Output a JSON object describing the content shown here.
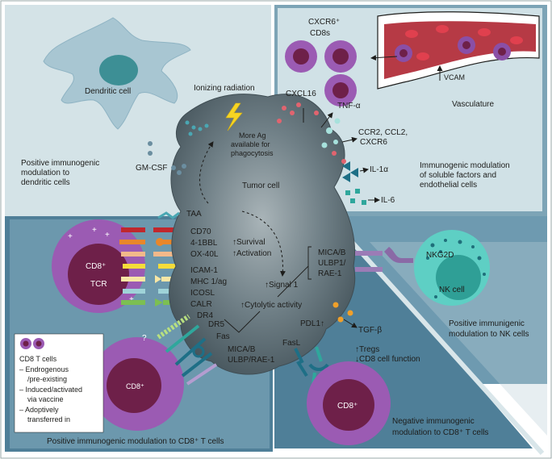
{
  "panels": {
    "dc": "Positive immunogenic modulation to dendritic cells",
    "soluble": "Immunogenic modulation of soluble factors and endothelial cells",
    "nk": "Positive immunigenic modulation to NK cells",
    "negative": "Negative immunogenic modulation to CD8⁺ T cells",
    "cd8_positive": "Positive immunogenic modulation to CD8⁺ T cells"
  },
  "labels": {
    "dendritic_cell": "Dendritic cell",
    "ionizing_radiation": "Ionizing radiation",
    "more_ag": "More Ag available for phagocytosis",
    "gm_csf": "GM-CSF",
    "tumor_cell": "Tumor cell",
    "taa": "TAA",
    "cxcl16": "CXCL16",
    "tnf_alpha": "TNF-α",
    "ccr2_ccl2_cxcr6": "CCR2, CCL2, CXCR6",
    "il1_alpha": "IL-1α",
    "il6": "IL-6",
    "cxcr6_cd8s": "CXCR6⁺ CD8s",
    "vcam": "VCAM",
    "vasculature": "Vasculature",
    "mica_b": "MICA/B",
    "ulbp1": "ULBP1/",
    "rae1": "RAE-1",
    "nkg2d": "NKG2D",
    "nk_cell": "NK cell",
    "pdl1": "PDL1↑",
    "tgf_beta": "TGF-β",
    "tregs": "Tregs",
    "cd8_function": "CD8 cell function",
    "fasl": "FasL",
    "cd8_plus": "CD8⁺",
    "tcr": "TCR",
    "cd70": "CD70",
    "bbl": "4-1BBL",
    "ox40l": "OX-40L",
    "survival": "Survival",
    "activation": "Activation",
    "icam1": "ICAM-1",
    "mhc": "MHC 1/ag",
    "icosl": "ICOSL",
    "calr": "CALR",
    "signal1": "Signal 1",
    "cytolytic": "Cytolytic activity",
    "dr4": "DR4",
    "dr5": "DR5",
    "fas": "Fas",
    "mica_ulbp_rae": "ULBP/RAE-1",
    "question": "?"
  },
  "legend": {
    "title": "CD8 T cells",
    "items": [
      "– Endrogenous",
      "/pre-existing",
      "– Induced/activated",
      "via vaccine",
      "– Adoptively",
      "transferred in"
    ]
  },
  "colors": {
    "panel_light": "#d4e3e7",
    "panel_mid": "#6a95aa",
    "panel_dark": "#4b7a93",
    "tumor": "#5d6e76",
    "cd8_outer": "#9b5bb3",
    "cd8_inner": "#6e2049",
    "nk_outer": "#5ecfc4",
    "nk_inner": "#2f9f96"
  }
}
